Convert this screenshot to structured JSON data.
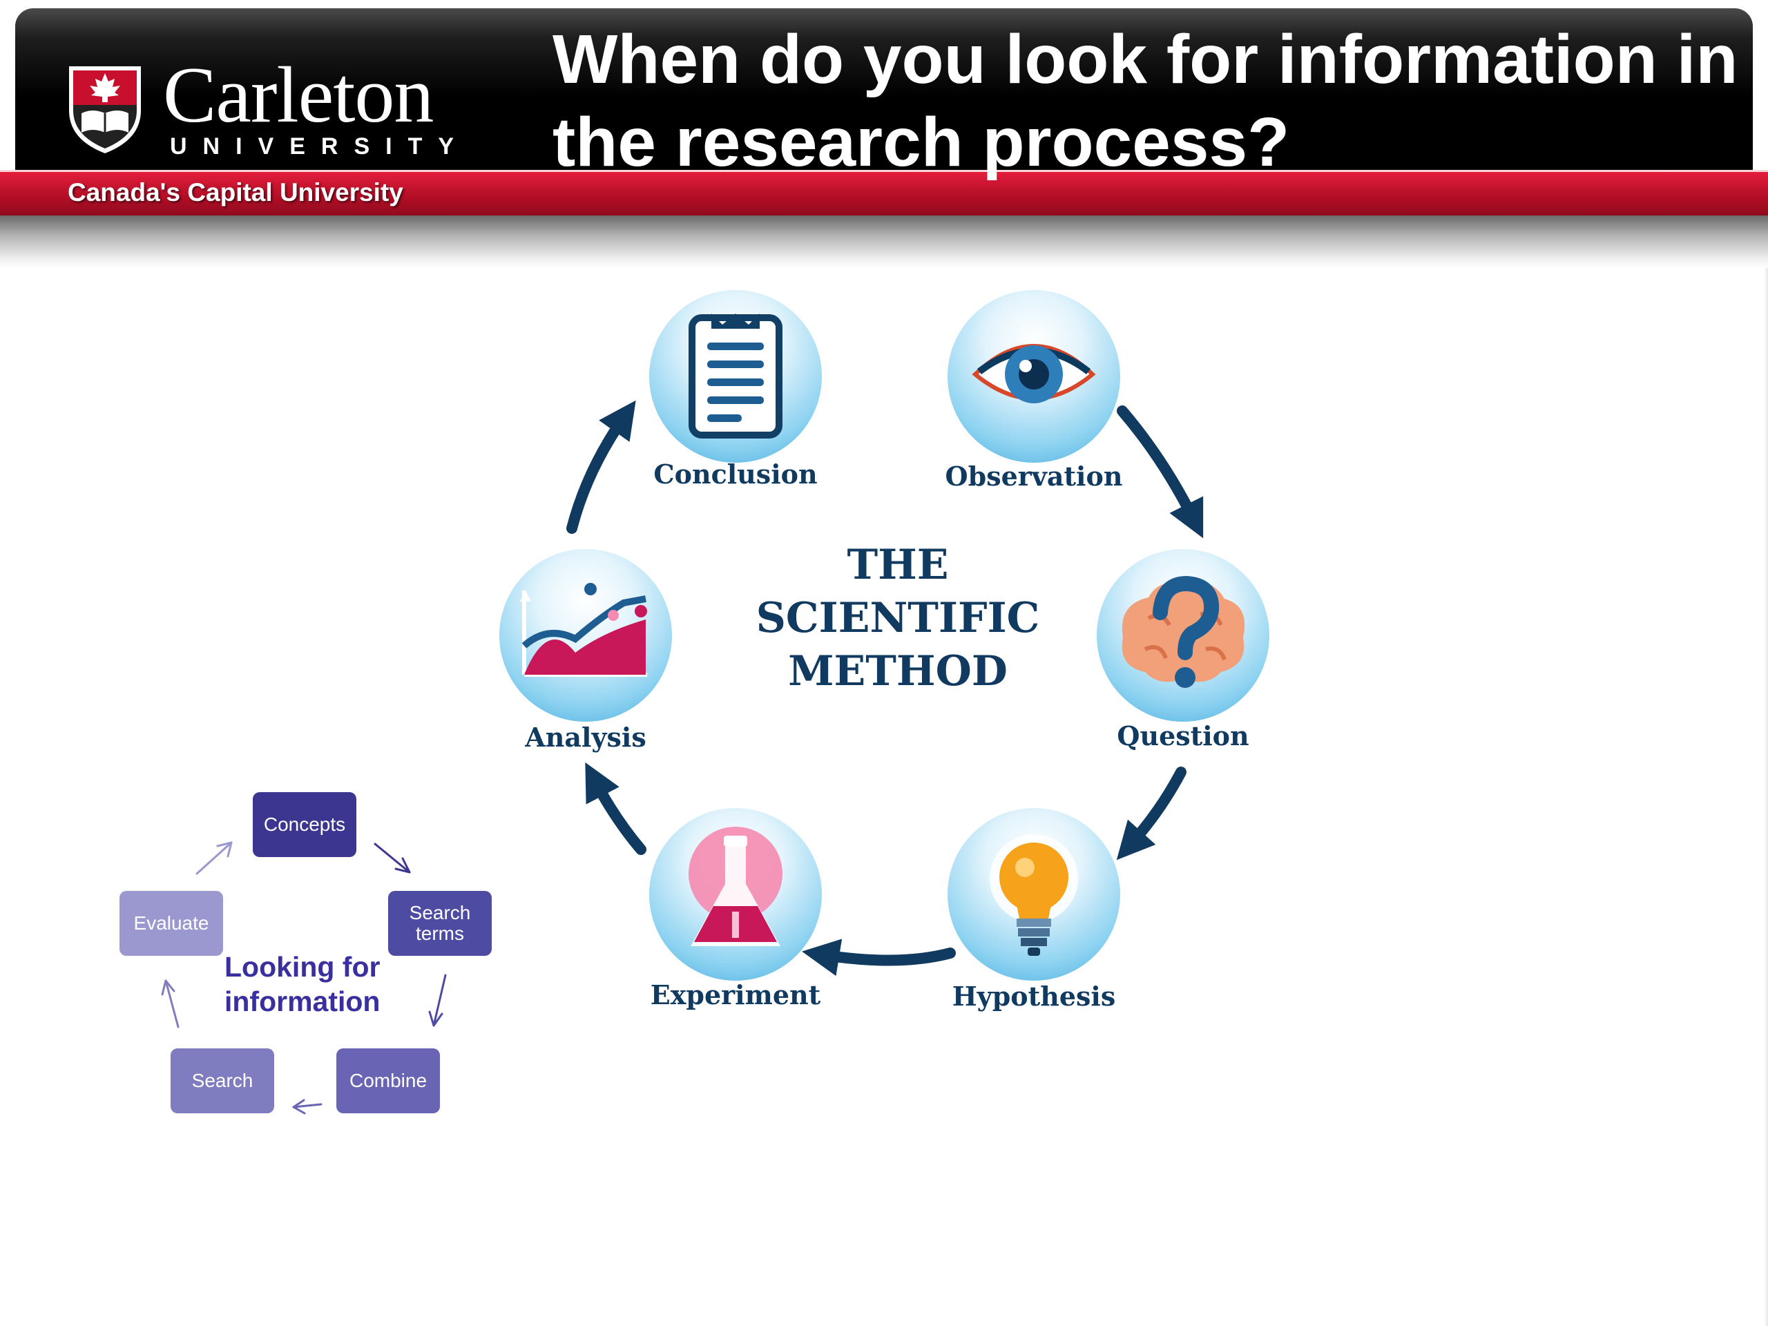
{
  "header": {
    "brand_name": "Carleton",
    "brand_sub": "UNIVERSITY",
    "tagline": "Canada's Capital University",
    "title": "When do you look for information in the research process?"
  },
  "scientific_method": {
    "center_title": [
      "THE",
      "SCIENTIFIC",
      "METHOD"
    ],
    "steps": [
      {
        "label": "Observation",
        "icon": "eye-icon"
      },
      {
        "label": "Question",
        "icon": "brain-question-icon"
      },
      {
        "label": "Hypothesis",
        "icon": "lightbulb-icon"
      },
      {
        "label": "Experiment",
        "icon": "flask-icon"
      },
      {
        "label": "Analysis",
        "icon": "chart-icon"
      },
      {
        "label": "Conclusion",
        "icon": "clipboard-icon"
      }
    ]
  },
  "info_cycle": {
    "title": [
      "Looking for",
      "information"
    ],
    "steps": [
      "Concepts",
      "Search terms",
      "Combine",
      "Search",
      "Evaluate"
    ],
    "colors": {
      "Concepts": "#3c3690",
      "Search terms": "#4e4ba2",
      "Combine": "#6964b4",
      "Search": "#7f7cc0",
      "Evaluate": "#9a98cf"
    }
  },
  "colors": {
    "header_black": "#000000",
    "header_red": "#c8102e",
    "method_navy": "#103a60",
    "info_title": "#3a2f9e"
  }
}
